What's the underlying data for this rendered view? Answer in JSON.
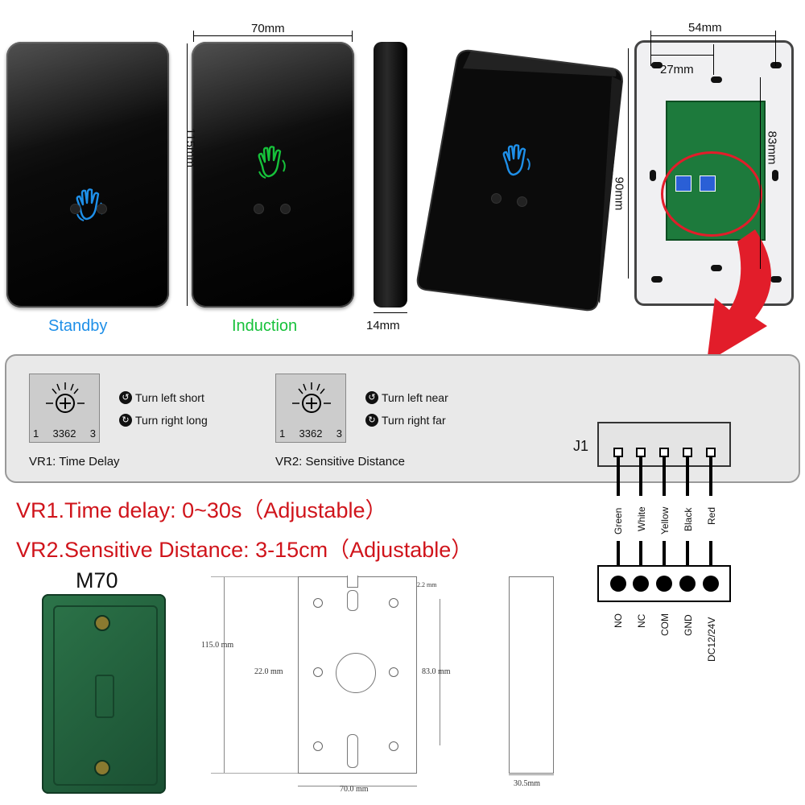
{
  "states": {
    "standby": {
      "label": "Standby",
      "color": "#1e8fe8"
    },
    "induction": {
      "label": "Induction",
      "color": "#16c13a"
    }
  },
  "dims": {
    "width": "70mm",
    "height": "115mm",
    "depth": "14mm",
    "hole_span": "54mm",
    "half_span": "27mm",
    "height_83": "83mm",
    "height_90": "90mm"
  },
  "vr1": {
    "pot_left": "1",
    "pot_model": "3362",
    "pot_right": "3",
    "left_text": "Turn left short",
    "right_text": "Turn right long",
    "caption": "VR1: Time Delay"
  },
  "vr2": {
    "pot_left": "1",
    "pot_model": "3362",
    "pot_right": "3",
    "left_text": "Turn left near",
    "right_text": "Turn right far",
    "caption": "VR2: Sensitive Distance"
  },
  "connector": {
    "label": "J1",
    "wires": [
      "Green",
      "White",
      "Yellow",
      "Black",
      "Red"
    ],
    "terminals": [
      "NO",
      "NC",
      "COM",
      "GND",
      "DC12/24V"
    ]
  },
  "specs": {
    "line1": "VR1.Time delay: 0~30s（Adjustable）",
    "line2": "VR2.Sensitive Distance: 3-15cm（Adjustable）"
  },
  "box": {
    "model": "M70",
    "color": "#1f5c3a"
  },
  "drawing": {
    "gap": "2.2 mm",
    "height": "115.0 mm",
    "hole": "22.0 mm",
    "inner": "83.0 mm",
    "width": "70.0 mm",
    "depth": "30.5mm"
  },
  "colors": {
    "accent_red": "#d0141b",
    "panel_bg": "#e9e9e9"
  }
}
